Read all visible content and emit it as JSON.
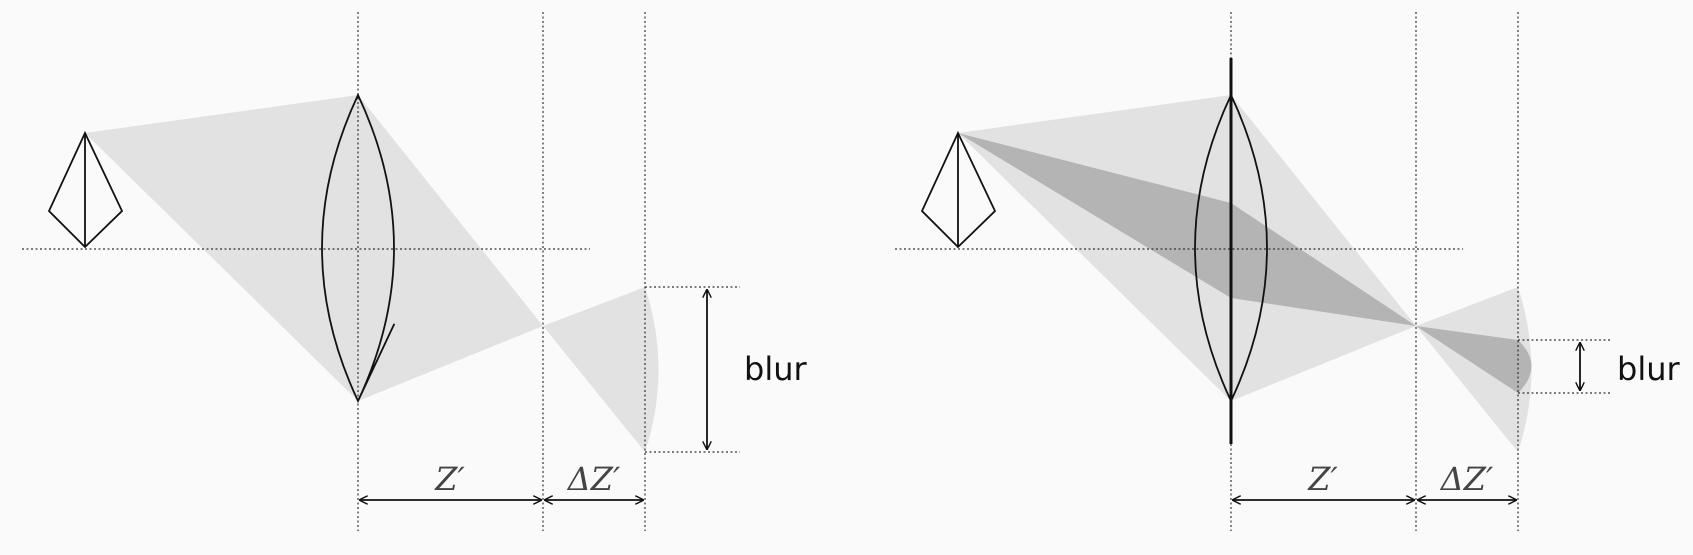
{
  "diagram": {
    "left": {
      "labels": {
        "blur": "blur",
        "z_prime": "Z′",
        "delta_z_prime": "ΔZ′"
      }
    },
    "right": {
      "labels": {
        "blur": "blur",
        "z_prime": "Z′",
        "delta_z_prime": "ΔZ′"
      }
    },
    "colors": {
      "cone_light": "#e2e2e2",
      "cone_dark": "#b4b4b4",
      "ink": "#111111",
      "math_label": "#444444"
    }
  }
}
